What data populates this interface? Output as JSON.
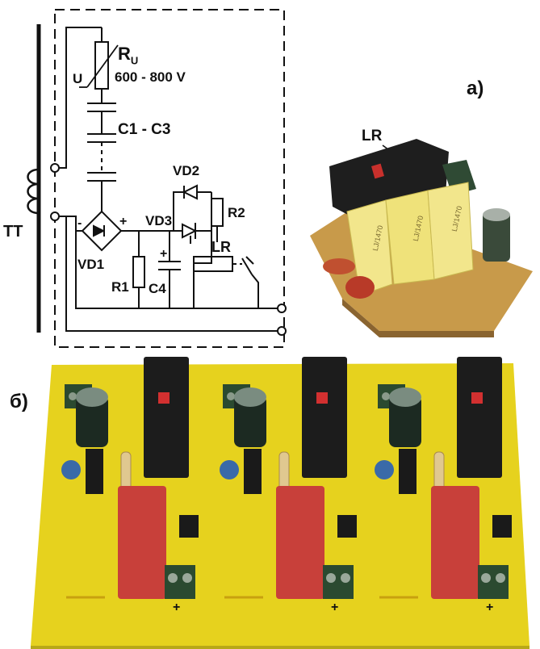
{
  "schematic": {
    "ru_label": "R",
    "ru_sub": "U",
    "u_label": "U",
    "voltage": "600 - 800 V",
    "c1c3": "C1 - C3",
    "vd2": "VD2",
    "vd3": "VD3",
    "r2": "R2",
    "lr": "LR",
    "tt": "TT",
    "vd1": "VD1",
    "r1": "R1",
    "c4": "C4",
    "minus": "-",
    "plus": "+",
    "cap_plus": "+"
  },
  "photo_a": {
    "panel_label": "а)",
    "lr_label": "LR",
    "capacitor_prints": [
      "LJ/1470",
      "LJ/1470",
      "LJ/1470"
    ]
  },
  "photo_b": {
    "panel_label": "б)",
    "terminal_plus": [
      "+",
      "+",
      "+"
    ]
  },
  "colors": {
    "pcb_yellow": "#e6d21e",
    "relay_black": "#1c1c1c",
    "cap_red": "#c8403a",
    "cap_yellow": "#f2e68c",
    "terminal_green": "#2b4a30"
  }
}
